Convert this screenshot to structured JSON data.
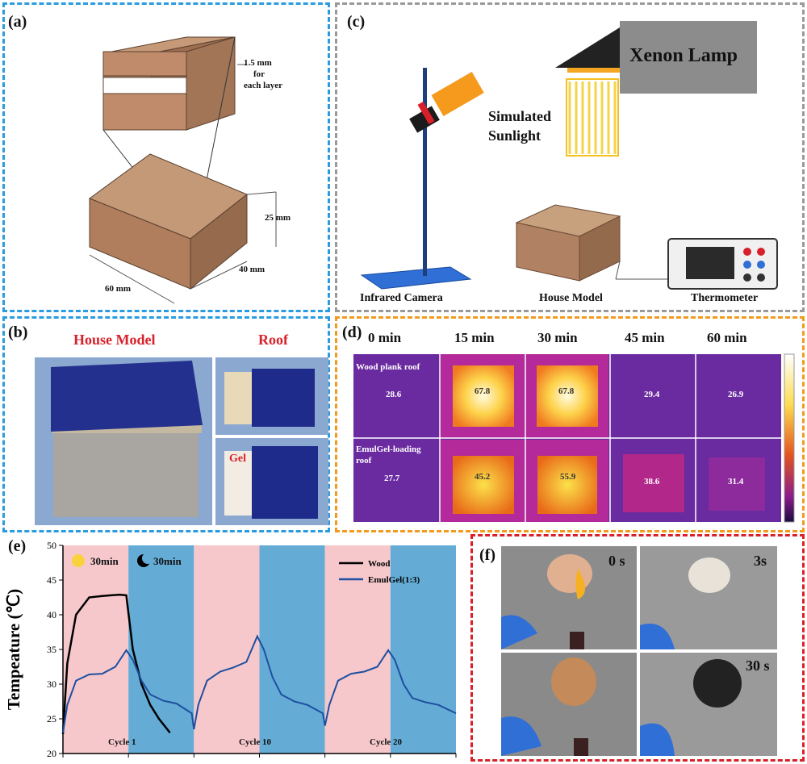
{
  "panel_a": {
    "label": "(a)",
    "layer_note_1": "1.5 mm",
    "layer_note_2": "for",
    "layer_note_3": "each layer",
    "dim_height": "25 mm",
    "dim_depth": "40 mm",
    "dim_width": "60 mm"
  },
  "panel_b": {
    "label": "(b)",
    "title_house": "House Model",
    "title_roof": "Roof",
    "gel_label": "Gel",
    "colors": {
      "title": "#d8202a",
      "roof_blue": "#1f2b8a"
    }
  },
  "panel_c": {
    "label": "(c)",
    "lamp": "Xenon Lamp",
    "sunlight_1": "Simulated",
    "sunlight_2": "Sunlight",
    "camera": "Infrared Camera",
    "house": "House Model",
    "thermometer": "Thermometer"
  },
  "panel_d": {
    "label": "(d)",
    "times": [
      "0 min",
      "15 min",
      "30 min",
      "45 min",
      "60 min"
    ],
    "row1_label": "Wood plank roof",
    "row2_label_1": "EmulGel-loading",
    "row2_label_2": "roof",
    "row1_values": [
      "28.6",
      "67.8",
      "67.8",
      "29.4",
      "26.9"
    ],
    "row2_values": [
      "27.7",
      "45.2",
      "55.9",
      "38.6",
      "31.4"
    ]
  },
  "panel_e": {
    "label": "(e)",
    "sun_label": "30min",
    "moon_label": "30min",
    "cycles": [
      "Cycle 1",
      "Cycle 10",
      "Cycle 20"
    ],
    "colors": {
      "light": "#f6c8cc",
      "dark": "#64acd6",
      "wood": "#000000",
      "gel": "#1e4fa0"
    }
  },
  "panel_f": {
    "label": "(f)",
    "times": [
      "0 s",
      "3s",
      "30 s"
    ]
  },
  "chart_data": {
    "type": "line",
    "title": "",
    "xlabel": "",
    "ylabel": "Tempeature (℃)",
    "ylim": [
      20,
      50
    ],
    "yticks": [
      20,
      25,
      30,
      35,
      40,
      45,
      50
    ],
    "xlim": [
      0,
      6
    ],
    "legend": "top-right",
    "series": [
      {
        "name": "Wood",
        "x": [
          0,
          0.1,
          0.3,
          0.6,
          0.9,
          1.1,
          1.3,
          1.45,
          1.6,
          1.8,
          2.0,
          2.2,
          2.45
        ],
        "y": [
          22.8,
          33,
          40,
          42.5,
          42.7,
          42.8,
          42.9,
          42.8,
          35,
          30,
          27,
          25,
          23
        ]
      },
      {
        "name": "EmulGel(1:3)",
        "x": [
          0,
          0.1,
          0.3,
          0.6,
          0.9,
          1.2,
          1.45,
          1.6,
          1.8,
          2.0,
          2.3,
          2.6,
          2.95,
          3.0,
          3.1,
          3.3,
          3.6,
          3.9,
          4.2,
          4.45,
          4.6,
          4.8,
          5.0,
          5.3,
          5.6,
          5.95,
          6.0,
          6.1,
          6.3,
          6.6,
          6.9,
          7.2,
          7.45,
          7.6,
          7.8,
          8.0,
          8.3,
          8.6,
          9.0
        ],
        "y": [
          23,
          27,
          30.5,
          31.4,
          31.5,
          32.5,
          34.9,
          33.5,
          30.5,
          28.5,
          27.6,
          27.2,
          25.8,
          23.5,
          27,
          30.5,
          31.8,
          32.4,
          33.2,
          36.9,
          35,
          31,
          28.5,
          27.5,
          27,
          25.8,
          24,
          27,
          30.5,
          31.5,
          31.8,
          32.5,
          34.9,
          33.5,
          30,
          28,
          27.4,
          27,
          25.8
        ]
      }
    ]
  }
}
